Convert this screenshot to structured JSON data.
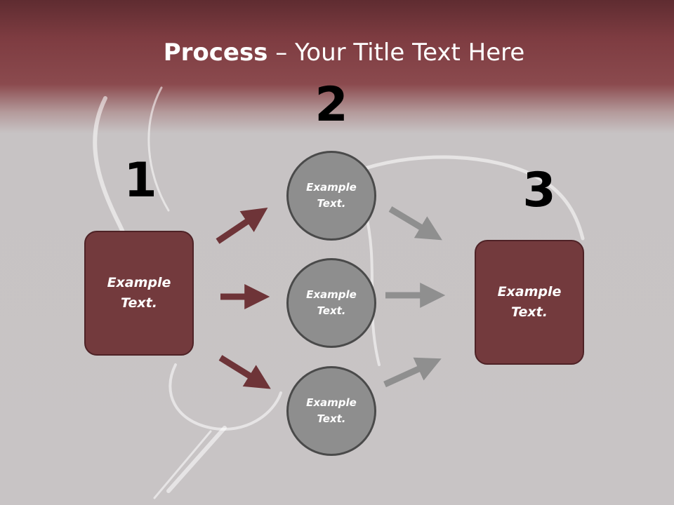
{
  "title": {
    "bold": "Process",
    "rest": " – Your Title Text Here"
  },
  "steps": [
    {
      "number": "1",
      "label": "Example\nText."
    },
    {
      "number": "2",
      "label": "Example\nText."
    },
    {
      "number": "3",
      "label": "Example\nText."
    }
  ],
  "circles": [
    {
      "label": "Example\nText."
    },
    {
      "label": "Example\nText."
    },
    {
      "label": "Example\nText."
    }
  ],
  "colors": {
    "box": "#733a3d",
    "arrow_dark": "#6e3438",
    "arrow_grey": "#8f8f8f",
    "circle": "#8e8e8e"
  }
}
